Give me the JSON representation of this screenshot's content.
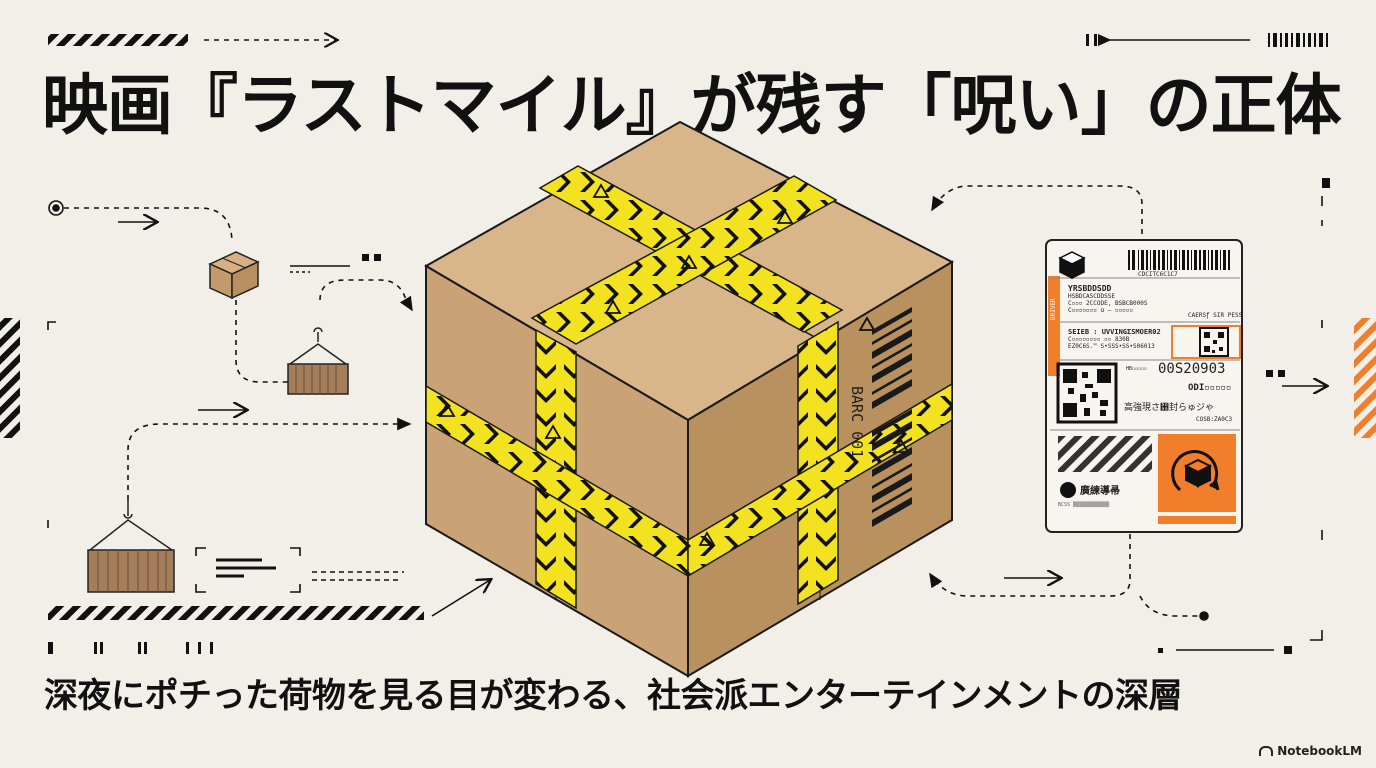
{
  "title": "映画『ラストマイル』が残す「呪い」の正体",
  "subtitle": "深夜にポチった荷物を見る目が変わる、社会派エンターテインメントの深層",
  "brand": "NotebookLM",
  "box_side_text": "BARC 001",
  "label": {
    "header_barcode_text": "CDCITC6C1C7",
    "side_text": "DRIVER",
    "block1": [
      "YRSBDDSDD",
      "HSBDCΑSCDDSSE",
      "C▫▫▫ 2CCODE, BSBCB000S",
      "C▫▫▫▫▫▫▫ ɑ — ▫▫▫▫▫",
      "CAERSƒ SIR PESS"
    ],
    "block2": [
      "SEIEB : UVVINGΣSMOER02",
      "C▫▫▫▫▫▫▫▫ ▫▫ 830B",
      "EZ0C6S.™ S•SSS•SS•S06013"
    ],
    "tracking": "00S20903",
    "tracking_small": "HB▫▫▫▫▫",
    "code2": "ODI▫▫▫▫▫",
    "jp_text": "高強現さ゘封らゅジゃ",
    "code3": "COSB:ZA0C3",
    "company": "廣練導帚",
    "footer": "BCSS ▒▒▒▒▒▒▒▒▒▒▒▒",
    "colors": {
      "orange": "#f07e2b",
      "tape_yellow": "#f3e21f",
      "cardboard": "#c8a277"
    }
  }
}
